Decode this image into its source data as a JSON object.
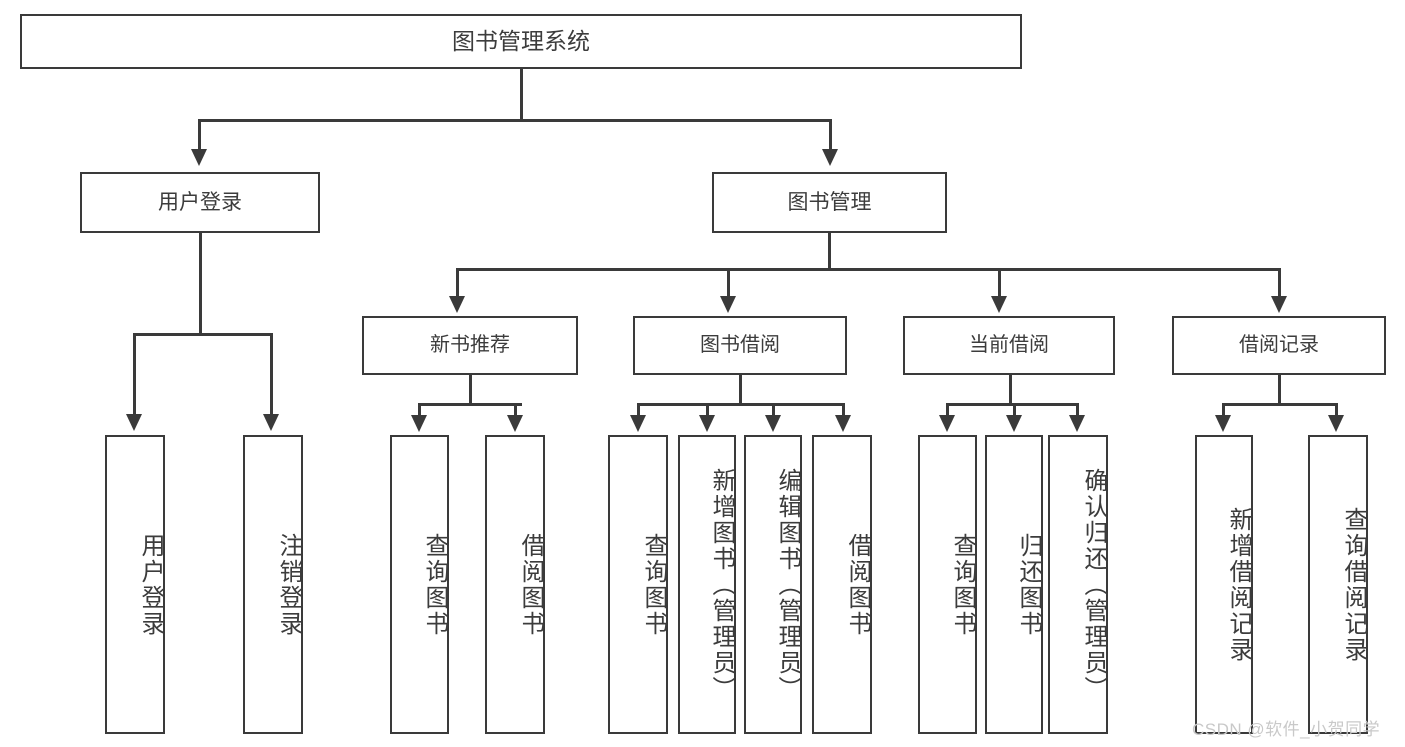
{
  "diagram": {
    "title": "图书管理系统",
    "type": "hierarchy-tree",
    "root": {
      "id": "root",
      "label": "图书管理系统"
    },
    "level1": [
      {
        "id": "user-login",
        "label": "用户登录"
      },
      {
        "id": "book-management",
        "label": "图书管理"
      }
    ],
    "level2": [
      {
        "id": "new-book-recommend",
        "label": "新书推荐",
        "parent": "book-management"
      },
      {
        "id": "book-borrow",
        "label": "图书借阅",
        "parent": "book-management"
      },
      {
        "id": "current-borrow",
        "label": "当前借阅",
        "parent": "book-management"
      },
      {
        "id": "borrow-record",
        "label": "借阅记录",
        "parent": "book-management"
      }
    ],
    "leaves": {
      "user_login": [
        {
          "id": "leaf-user-login",
          "label": "用户登录"
        },
        {
          "id": "leaf-logout-login",
          "label": "注销登录"
        }
      ],
      "new_book_recommend": [
        {
          "id": "leaf-query-book-1",
          "label": "查询图书"
        },
        {
          "id": "leaf-borrow-book-1",
          "label": "借阅图书"
        }
      ],
      "book_borrow": [
        {
          "id": "leaf-query-book-2",
          "label": "查询图书"
        },
        {
          "id": "leaf-add-book",
          "label": "新增图书（管理员）"
        },
        {
          "id": "leaf-edit-book",
          "label": "编辑图书（管理员）"
        },
        {
          "id": "leaf-borrow-book-2",
          "label": "借阅图书"
        }
      ],
      "current_borrow": [
        {
          "id": "leaf-query-book-3",
          "label": "查询图书"
        },
        {
          "id": "leaf-return-book",
          "label": "归还图书"
        },
        {
          "id": "leaf-confirm-return",
          "label": "确认归还（管理员）"
        }
      ],
      "borrow_record": [
        {
          "id": "leaf-add-record",
          "label": "新增借阅记录"
        },
        {
          "id": "leaf-query-record",
          "label": "查询借阅记录"
        }
      ]
    }
  },
  "watermark": {
    "text": "CSDN @软件_小贺同学"
  },
  "colors": {
    "stroke": "#3a3a3a",
    "text": "#3c3c3c",
    "background": "#ffffff",
    "watermark": "#c9c9c9"
  }
}
